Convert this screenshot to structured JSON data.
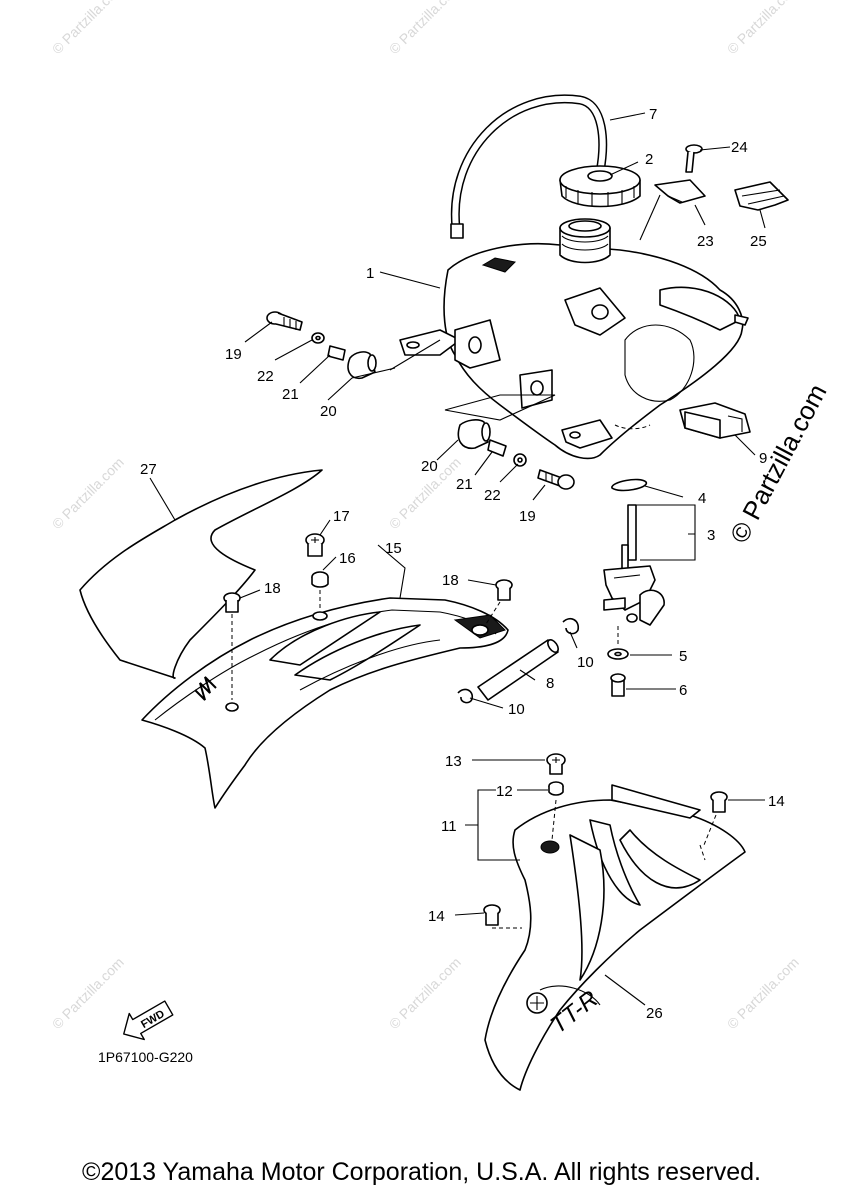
{
  "diagram": {
    "callouts": [
      "1",
      "2",
      "3",
      "4",
      "5",
      "6",
      "7",
      "8",
      "9",
      "10",
      "10",
      "11",
      "12",
      "13",
      "14",
      "14",
      "15",
      "16",
      "17",
      "18",
      "18",
      "19",
      "19",
      "20",
      "20",
      "21",
      "21",
      "22",
      "22",
      "23",
      "24",
      "25",
      "26",
      "27"
    ],
    "diagram_code": "1P67100-G220",
    "fwd_label": "FWD",
    "side_label": "TT-R",
    "side_watermark": "© Partzilla.com",
    "watermark": "© Partzilla.com"
  },
  "footer": {
    "copyright": "©2013 Yamaha Motor Corporation, U.S.A. All rights reserved."
  }
}
